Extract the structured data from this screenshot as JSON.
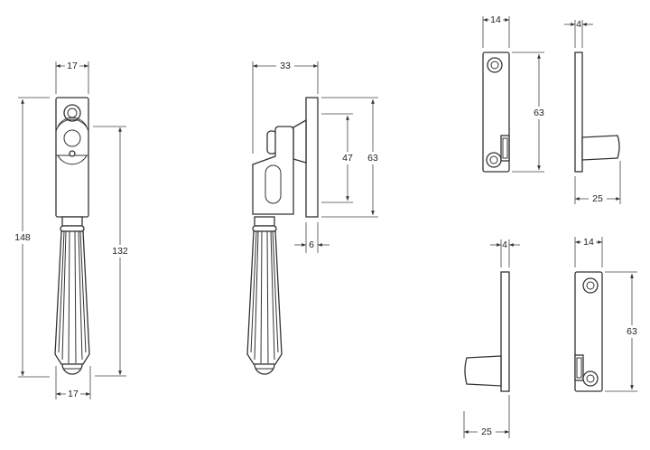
{
  "drawing": {
    "front_view": {
      "top_width": "17",
      "overall_height": "148",
      "handle_height": "132",
      "bottom_width": "17"
    },
    "side_view": {
      "depth": "33",
      "plate_height": "63",
      "hole_spacing": "47",
      "plate_thickness": "6"
    },
    "strike_top_front": {
      "width": "14",
      "height": "63"
    },
    "strike_top_side": {
      "thickness": "4",
      "projection": "25"
    },
    "strike_bottom_side": {
      "thickness": "4",
      "projection": "25"
    },
    "strike_bottom_front": {
      "width": "14",
      "height": "63"
    }
  },
  "colors": {
    "line": "#333333",
    "background": "#ffffff"
  }
}
